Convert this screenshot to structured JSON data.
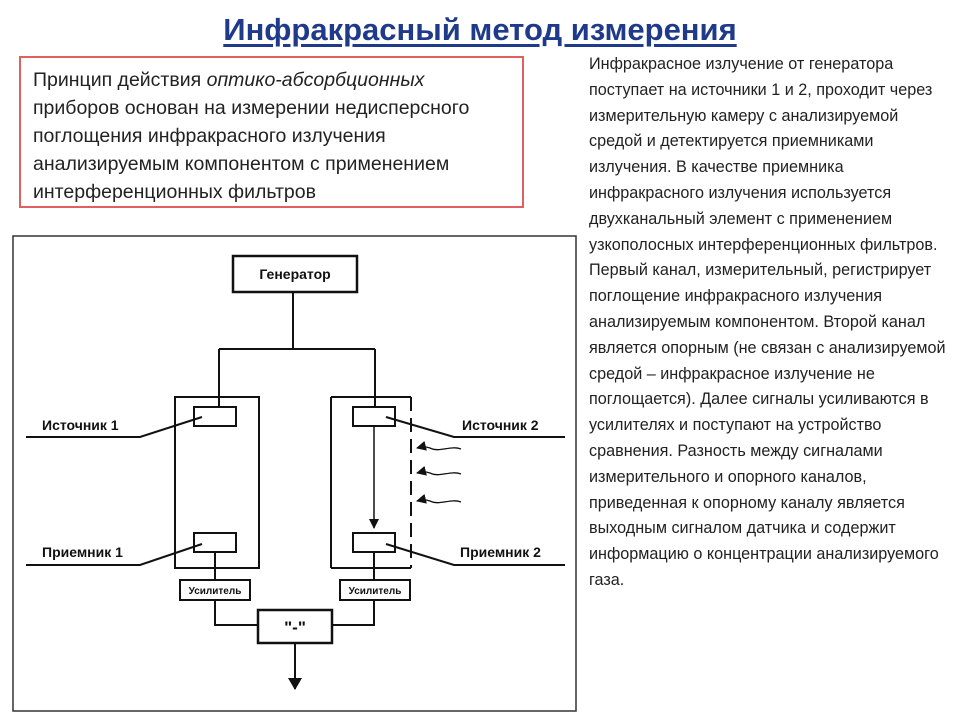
{
  "title": "Инфракрасный метод измерения",
  "principle": {
    "part1": "Принцип действия ",
    "emphasis": "оптико-абсорбционных",
    "part2": " приборов основан на измерении недисперсного поглощения инфракрасного излучения анализируемым компонентом с применением интерференционных фильтров"
  },
  "description": "Инфракрасное излучение от генератора поступает на источники 1 и 2, проходит через измерительную камеру с анализируемой средой и детектируется приемниками излучения. В качестве приемника инфракрасного излучения используется двухканальный элемент с применением узкополосных интерференционных фильтров. Первый канал, измерительный, регистрирует поглощение инфракрасного излучения анализируемым компонентом. Второй канал является опорным (не связан с анализируемой средой – инфракрасное излучение не поглощается). Далее сигналы усиливаются  в усилителях и поступают на устройство сравнения. Разность между сигналами измерительного и опорного каналов, приведенная к опорному каналу является выходным сигналом датчика и содержит информацию о концентрации анализируемого газа.",
  "diagram": {
    "generator": "Генератор",
    "source1": "Источник 1",
    "source2": "Источник 2",
    "receiver1": "Приемник 1",
    "receiver2": "Приемник 2",
    "amplifier1": "Усилитель",
    "amplifier2": "Усилитель",
    "comparator": "\"-\""
  }
}
